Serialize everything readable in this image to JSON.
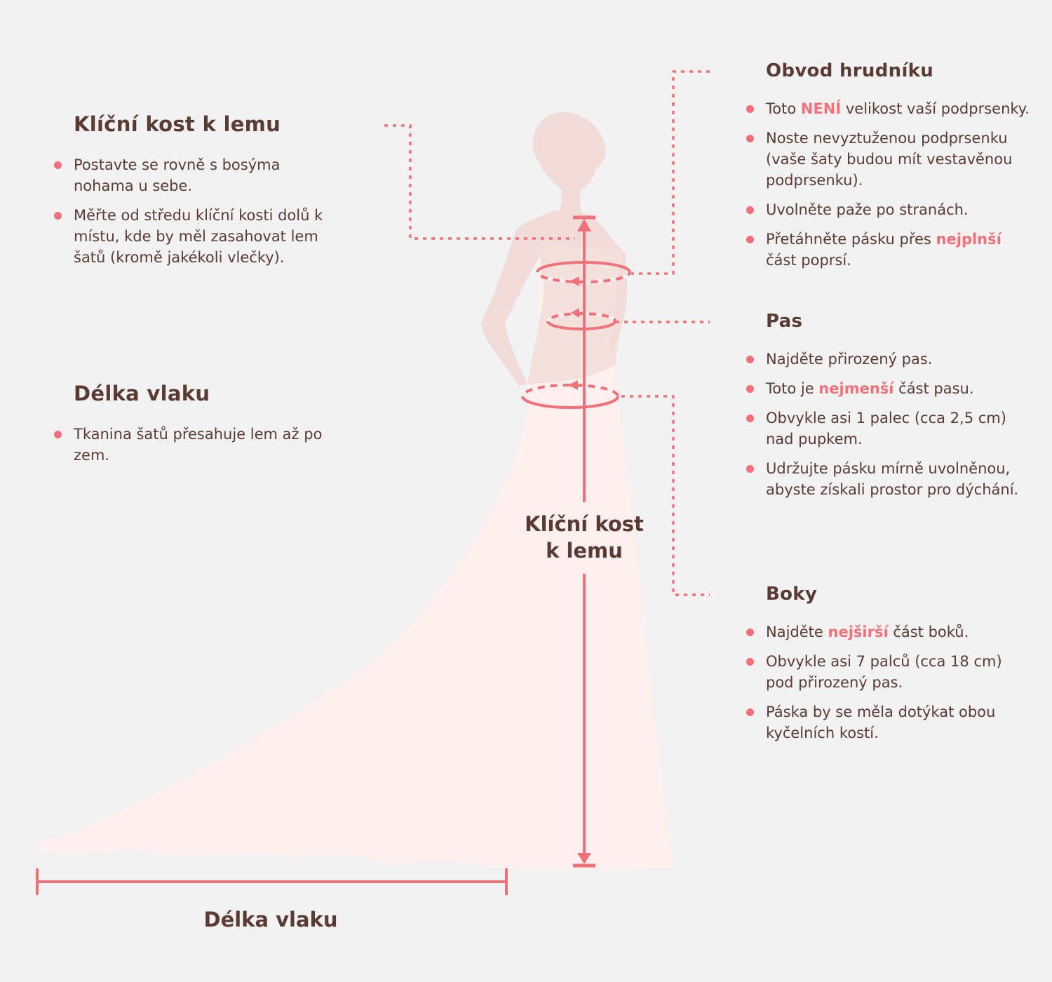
{
  "colors": {
    "background": "#f2f2f2",
    "accent": "#f27078",
    "text": "#5a3b33",
    "silhouette_skin": "#f1dcd9",
    "silhouette_dress": "#fdf0ee"
  },
  "left": {
    "collarbone": {
      "title": "Klíční kost k lemu",
      "bullets": [
        "Postavte se rovně s bosýma nohama u sebe.",
        "Měřte od středu klíční kosti dolů k místu, kde by měl zasahovat lem šatů (kromě jakékoli vlečky)."
      ]
    },
    "train": {
      "title": "Délka vlaku",
      "bullets": [
        "Tkanina šatů přesahuje lem až po zem."
      ]
    }
  },
  "right": {
    "bust": {
      "title": "Obvod hrudníku",
      "b1": {
        "pre": "Toto ",
        "em": "NENÍ",
        "post": " velikost vaší podprsenky."
      },
      "b2": "Noste nevyztuženou podprsenku (vaše šaty budou mít vestavěnou podprsenku).",
      "b3": "Uvolněte paže po stranách.",
      "b4": {
        "pre": "Přetáhněte pásku přes ",
        "em": "nejplnší",
        "post": " část poprsí."
      }
    },
    "waist": {
      "title": "Pas",
      "b1": "Najděte přirozený pas.",
      "b2": {
        "pre": "Toto je ",
        "em": "nejmenší",
        "post": " část pasu."
      },
      "b3": "Obvykle asi 1 palec (cca 2,5 cm) nad pupkem.",
      "b4": "Udržujte pásku mírně uvolněnou, abyste získali prostor pro dýchání."
    },
    "hips": {
      "title": "Boky",
      "b1": {
        "pre": "Najděte ",
        "em": "nejširší",
        "post": " část boků."
      },
      "b2": "Obvykle asi 7 palců (cca 18 cm) pod přirozený pas.",
      "b3": "Páska by se měla dotýkat obou kyčelních kostí."
    }
  },
  "diagram": {
    "vertical_label_line1": "Klíční kost",
    "vertical_label_line2": "k lemu",
    "train_label": "Délka vlaku"
  }
}
